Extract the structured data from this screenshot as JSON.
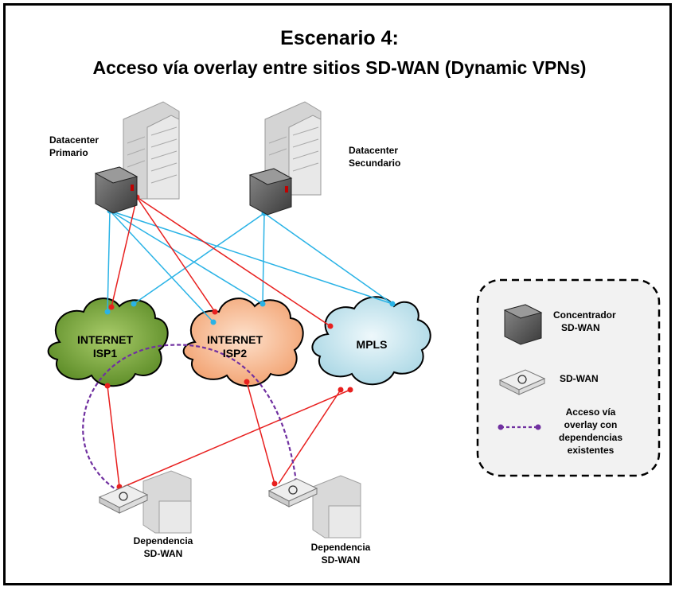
{
  "header": {
    "title": "Escenario 4:",
    "subtitle": "Acceso vía overlay entre sitios SD-WAN (Dynamic VPNs)"
  },
  "datacenters": {
    "primary": [
      "Datacenter",
      "Primario"
    ],
    "secondary": [
      "Datacenter",
      "Secundario"
    ]
  },
  "clouds": {
    "isp1": [
      "INTERNET",
      "ISP1"
    ],
    "isp2": [
      "INTERNET",
      "ISP2"
    ],
    "mpls": [
      "MPLS"
    ]
  },
  "branches": {
    "left": [
      "Dependencia",
      "SD-WAN"
    ],
    "right": [
      "Dependencia",
      "SD-WAN"
    ]
  },
  "legend": {
    "concentrator": [
      "Concentrador",
      "SD-WAN"
    ],
    "sdwan": [
      "SD-WAN"
    ],
    "overlay": [
      "Acceso vía",
      "overlay con",
      "dependencias",
      "existentes"
    ]
  },
  "colors": {
    "red_link": "#e8201f",
    "blue_link": "#2ab3e6",
    "overlay": "#7030a0",
    "isp1_cloud": "#6b9a32",
    "isp2_cloud": "#f7b88e",
    "mpls_cloud": "#bfe0ea"
  }
}
